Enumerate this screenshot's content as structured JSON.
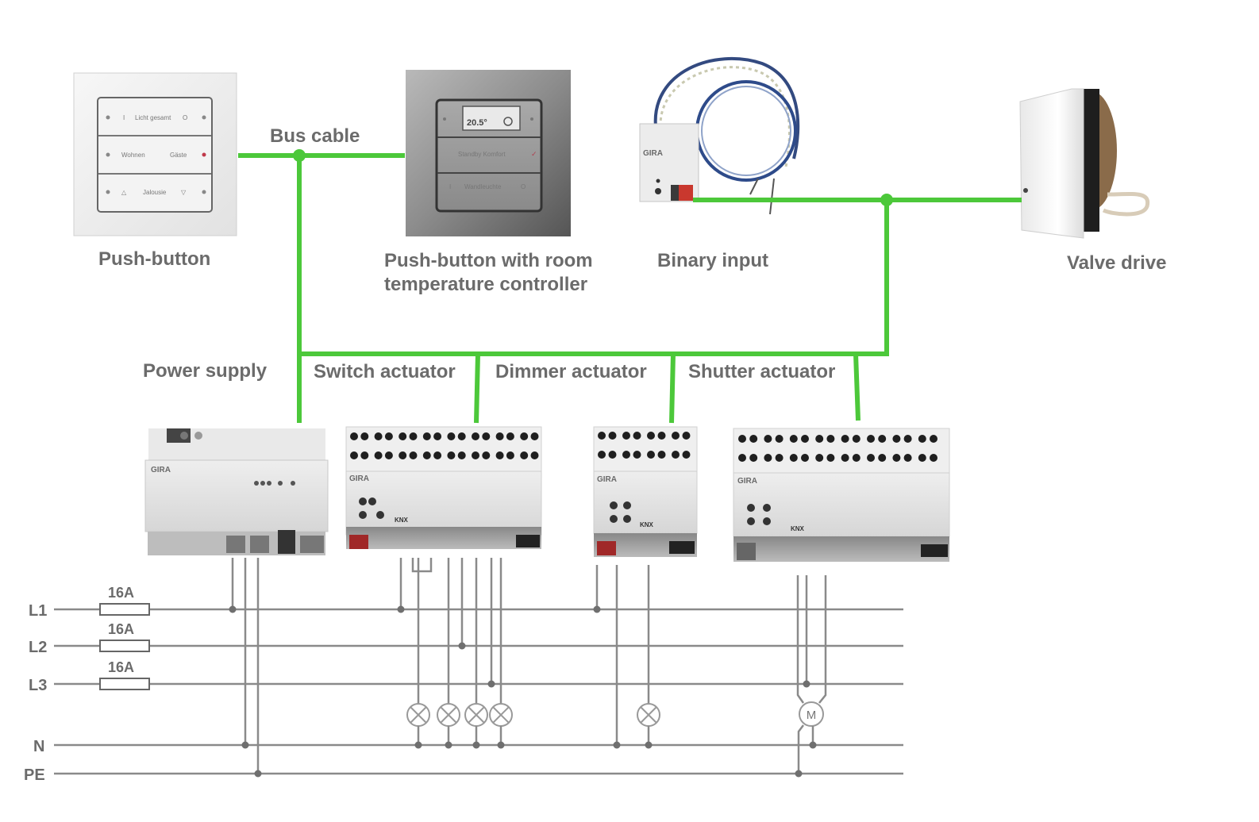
{
  "title": "KNX bus installation overview",
  "bus": {
    "label": "Bus cable",
    "color": "#4cc83a"
  },
  "devices": {
    "push_button": {
      "label": "Push-button",
      "rows": [
        {
          "left": "I",
          "text": "Licht gesamt",
          "right": "O"
        },
        {
          "left": "",
          "text_left": "Wohnen",
          "text_right": "Gäste"
        },
        {
          "left": "△",
          "text": "Jalousie",
          "right": "▽"
        }
      ]
    },
    "push_button_rtc": {
      "label_line1": "Push-button with room",
      "label_line2": "temperature controller",
      "display_value": "20.5°",
      "rows": [
        {
          "text": "Standby Komfort"
        },
        {
          "left": "I",
          "text": "Wandleuchte",
          "right": "O"
        }
      ]
    },
    "binary_input": {
      "label": "Binary input",
      "brand": "GIRA"
    },
    "valve_drive": {
      "label": "Valve drive"
    },
    "power_supply": {
      "label": "Power supply",
      "brand": "GIRA"
    },
    "switch_actuator": {
      "label": "Switch actuator",
      "brand": "GIRA",
      "badge": "KNX"
    },
    "dimmer_actuator": {
      "label": "Dimmer actuator",
      "brand": "GIRA",
      "badge": "KNX"
    },
    "shutter_actuator": {
      "label": "Shutter actuator",
      "brand": "GIRA",
      "badge": "KNX"
    }
  },
  "mains": {
    "lines": [
      {
        "name": "L1",
        "fuse": "16A"
      },
      {
        "name": "L2",
        "fuse": "16A"
      },
      {
        "name": "L3",
        "fuse": "16A"
      },
      {
        "name": "N",
        "fuse": ""
      },
      {
        "name": "PE",
        "fuse": ""
      }
    ],
    "loads": {
      "lamp_symbol": "⊗",
      "motor_symbol": "M"
    }
  }
}
